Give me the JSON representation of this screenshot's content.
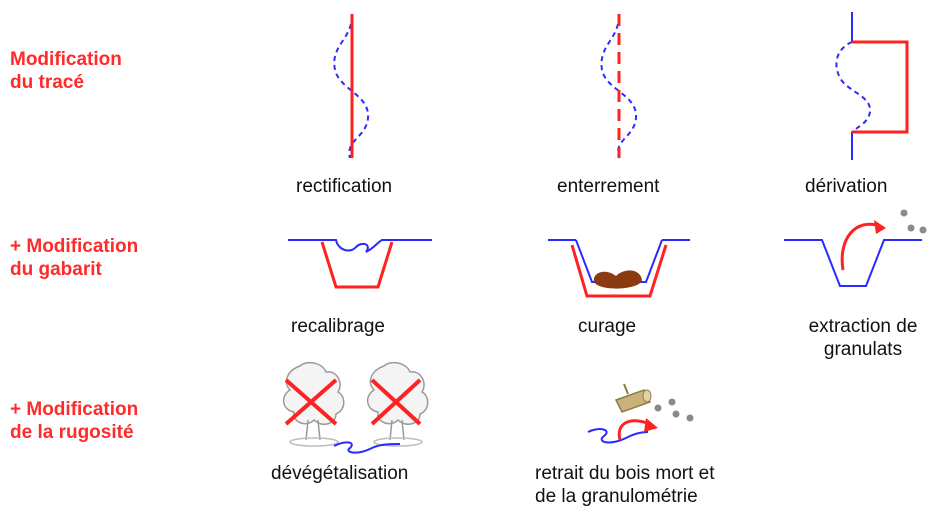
{
  "rows": [
    {
      "label_lines": [
        "Modification",
        "du tracé"
      ]
    },
    {
      "label_lines": [
        "+ Modification",
        "du gabarit"
      ]
    },
    {
      "label_lines": [
        "+ Modification",
        "de la rugosité"
      ]
    }
  ],
  "captions": {
    "rectification": [
      "rectification"
    ],
    "enterrement": [
      "enterrement"
    ],
    "derivation": [
      "dérivation"
    ],
    "recalibrage": [
      "recalibrage"
    ],
    "curage": [
      "curage"
    ],
    "extraction": [
      "extraction de",
      "granulats"
    ],
    "devegetalisation": [
      "dévégétalisation"
    ],
    "retrait": [
      "retrait du bois mort et",
      "de la granulométrie"
    ]
  },
  "colors": {
    "modified": "#ff2222",
    "natural": "#2b2bff",
    "sediment": "#8b3a12",
    "wood": "#c8b27a",
    "stone": "#8a8a8a"
  }
}
